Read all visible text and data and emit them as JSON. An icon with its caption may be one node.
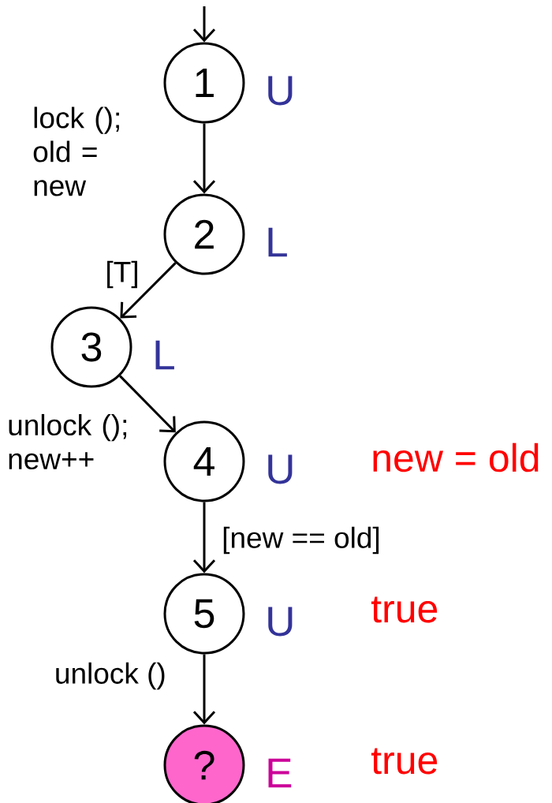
{
  "diagram": {
    "nodes": [
      {
        "text": [
          "1"
        ],
        "beside": [
          "U"
        ]
      },
      {
        "text": [
          "2"
        ],
        "beside": [
          "L"
        ]
      },
      {
        "text": [
          "3"
        ],
        "beside": [
          "L"
        ]
      },
      {
        "text": [
          "4"
        ],
        "beside": [
          "U",
          "new = old"
        ]
      },
      {
        "text": [
          "5"
        ],
        "beside": [
          "U",
          "true"
        ]
      },
      {
        "text": [
          "?"
        ],
        "beside": [
          "E",
          "true"
        ]
      }
    ],
    "edges": [
      {
        "from": null,
        "to": 0,
        "arrow": "to"
      },
      {
        "from": 0,
        "to": 1,
        "arrow": "to",
        "label": "lock (); old = new"
      },
      {
        "from": 1,
        "to": 2,
        "arrow": "to",
        "label": "[T]"
      },
      {
        "from": 2,
        "to": 3,
        "arrow": "to",
        "label": "unlock (); new++"
      },
      {
        "from": 3,
        "to": 4,
        "arrow": "to",
        "label": "[new == old]"
      },
      {
        "from": 4,
        "to": 5,
        "arrow": "to",
        "label": "unlock ()"
      }
    ]
  }
}
